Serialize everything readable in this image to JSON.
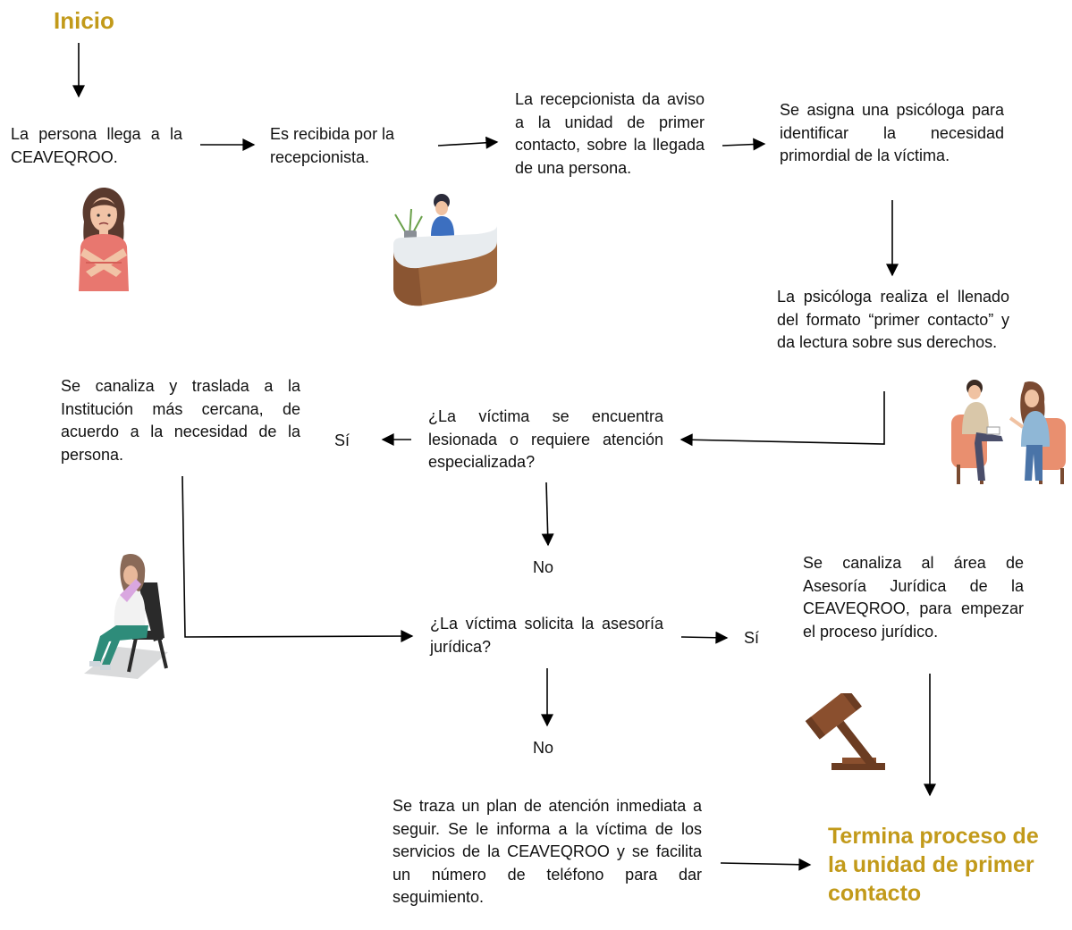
{
  "colors": {
    "accent": "#c29a1a",
    "text": "#111111",
    "arrow": "#000000"
  },
  "start": "Inicio",
  "steps": {
    "arrive": "La persona llega a la CEAVEQROO.",
    "received": "Es recibida por la recepcionista.",
    "notify": "La recepcionista da aviso a la unidad de primer contacto, sobre la llegada de una persona.",
    "assign": "Se asigna una psicóloga para identificar la necesidad primordial de la víctima.",
    "form": "La psicóloga realiza el llenado del formato “primer contacto” y da lectura sobre sus derechos.",
    "refer": "Se canaliza y traslada a la Institución más cercana, de acuerdo a la necesidad de la persona.",
    "legal": "Se canaliza al área de Asesoría Jurídica de la CEAVEQROO, para empezar el proceso jurídico.",
    "plan": "Se traza un plan de atención inmediata a seguir. Se le informa a la víctima de los servicios de la CEAVEQROO y se facilita un número de teléfono para dar seguimiento."
  },
  "decisions": {
    "injured": "¿La víctima se encuentra lesionada o requiere atención especializada?",
    "legal_advice": "¿La víctima solicita la asesoría jurídica?"
  },
  "labels": {
    "yes1": "Sí",
    "no1": "No",
    "yes2": "Sí",
    "no2": "No"
  },
  "end": "Termina proceso de la unidad de primer contacto",
  "icons": [
    "distressed-woman-icon",
    "reception-desk-icon",
    "counseling-session-icon",
    "seated-woman-icon",
    "gavel-icon"
  ]
}
